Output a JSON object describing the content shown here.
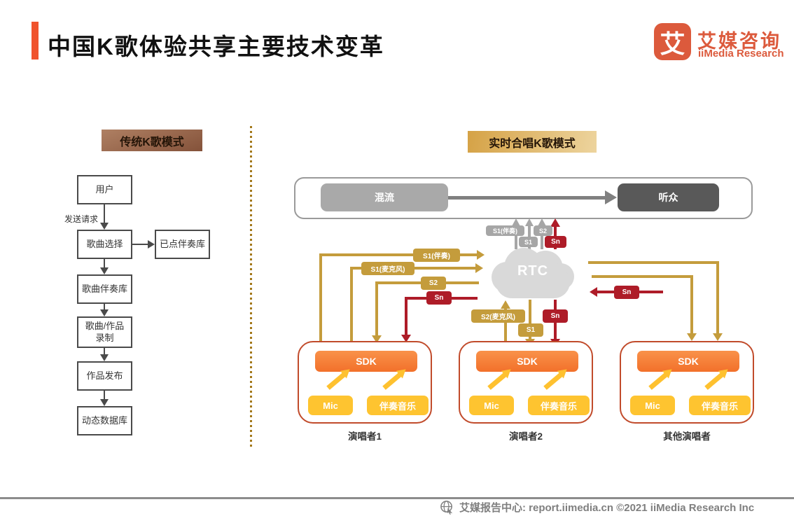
{
  "header": {
    "title": "中国K歌体验共享主要技术变革",
    "logo": {
      "glyph": "艾",
      "brand_cn": "艾媒咨询",
      "brand_en": "iiMedia Research"
    }
  },
  "left_panel": {
    "badge": "传统K歌模式",
    "nodes": {
      "user": "用户",
      "song_select": "歌曲选择",
      "selected_accomp_lib": "已点伴奏库",
      "song_accomp_lib": "歌曲伴奏库",
      "recording": "歌曲/作品 录制",
      "publish": "作品发布",
      "dynamic_db": "动态数据库"
    },
    "edge_label": "发送请求"
  },
  "right_panel": {
    "badge": "实时合唱K歌模式",
    "band": {
      "mix": "混流",
      "audience": "听众"
    },
    "cloud": "RTC",
    "streams": {
      "s1_accomp": "S1(伴奏)",
      "s1_mic": "S1(麦克风)",
      "s2_mic": "S2(麦克风)",
      "s1": "S1",
      "s2": "S2",
      "sn": "Sn"
    },
    "groups": [
      {
        "sdk": "SDK",
        "mic": "Mic",
        "accomp": "伴奏音乐",
        "caption": "演唱者1"
      },
      {
        "sdk": "SDK",
        "mic": "Mic",
        "accomp": "伴奏音乐",
        "caption": "演唱者2"
      },
      {
        "sdk": "SDK",
        "mic": "Mic",
        "accomp": "伴奏音乐",
        "caption": "其他演唱者"
      }
    ]
  },
  "footer": {
    "text": "艾媒报告中心:  report.iimedia.cn ©2021  iiMedia Research Inc"
  },
  "colors": {
    "brand_orange": "#DC5A3C",
    "title_bar": "#F0532D",
    "gold": "#C49C3C",
    "red": "#AE1C28",
    "sdk_orange": "#F5822F",
    "yellow": "#FEC430",
    "gray": "#A6A6A6",
    "dark_gray": "#595959",
    "group_border": "#C14B2B"
  }
}
